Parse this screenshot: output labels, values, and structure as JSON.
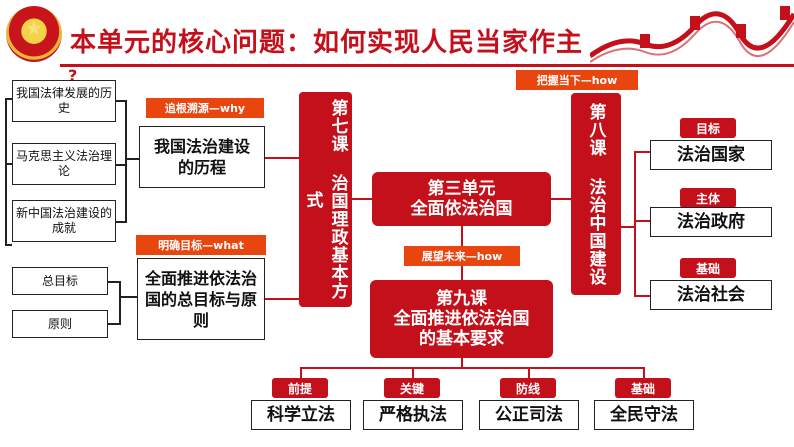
{
  "header": {
    "title": "本单元的核心问题：如何实现人民当家作主",
    "question_mark": "?"
  },
  "left": {
    "history_items": [
      "我国法律发展的历史",
      "马克思主义法治理论",
      "新中国法治建设的成就"
    ],
    "tag_why": "追根溯源—why",
    "course_history": "我国法治建设的历程",
    "goal_items": [
      "总目标",
      "原则"
    ],
    "tag_what": "明确目标—what",
    "course_goal": "全面推进依法治国的总目标与原则"
  },
  "center": {
    "lesson7": "第七课 治国理政基本方式",
    "unit": "第三单元\n全面依法治国",
    "tag_how_future": "展望未来—how",
    "lesson9": "第九课\n全面推进依法治国\n的基本要求",
    "tag_how_now": "把握当下—how",
    "lesson8": "第八课 法治中国建设"
  },
  "right": {
    "items": [
      {
        "tag": "目标",
        "label": "法治国家"
      },
      {
        "tag": "主体",
        "label": "法治政府"
      },
      {
        "tag": "基础",
        "label": "法治社会"
      }
    ]
  },
  "bottom": {
    "items": [
      {
        "tag": "前提",
        "label": "科学立法"
      },
      {
        "tag": "关键",
        "label": "严格执法"
      },
      {
        "tag": "防线",
        "label": "公正司法"
      },
      {
        "tag": "基础",
        "label": "全民守法"
      }
    ]
  },
  "colors": {
    "primary_red": "#c4101b",
    "orange": "#e8450f"
  }
}
